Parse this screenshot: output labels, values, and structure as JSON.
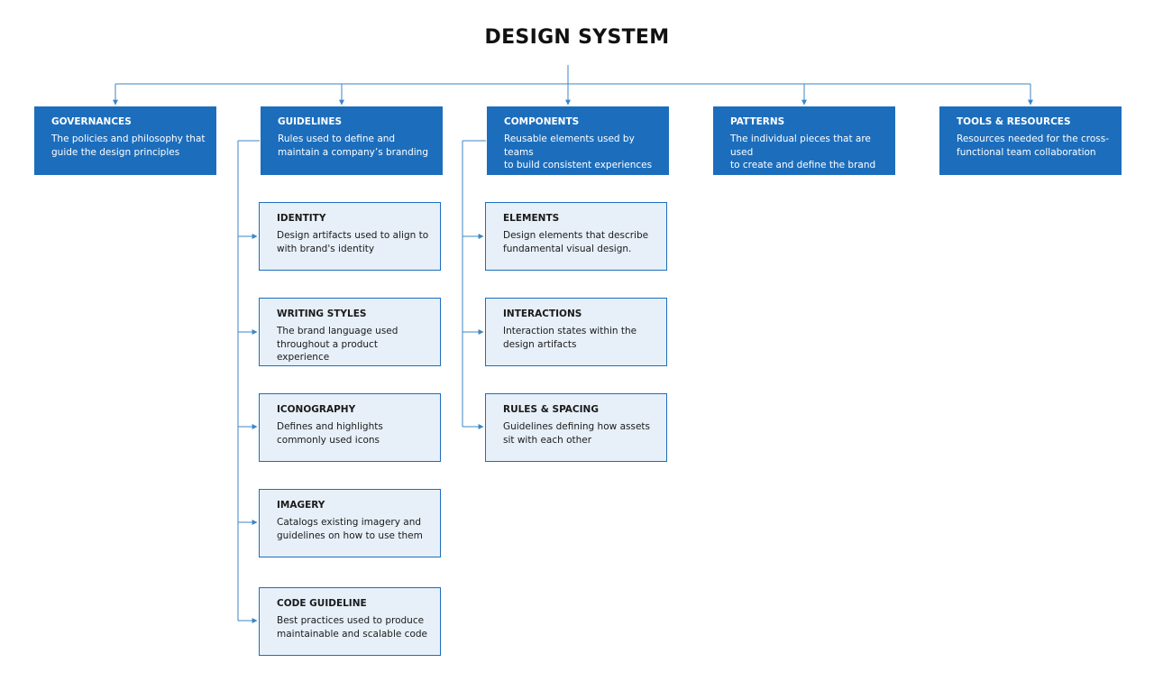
{
  "title": "DESIGN SYSTEM",
  "colors": {
    "primary": "#1c6ebd",
    "sub_fill": "#e7f0f9",
    "connector": "#3d86c6"
  },
  "top": [
    {
      "title": "GOVERNANCES",
      "desc": [
        "The policies and philosophy that",
        "guide the design principles"
      ]
    },
    {
      "title": "GUIDELINES",
      "desc": [
        "Rules used to define and",
        "maintain a company’s branding"
      ]
    },
    {
      "title": "COMPONENTS",
      "desc": [
        "Reusable elements used by teams",
        "to build consistent experiences"
      ]
    },
    {
      "title": "PATTERNS",
      "desc": [
        "The individual pieces that are used",
        "to create and define the brand"
      ]
    },
    {
      "title": "TOOLS & RESOURCES",
      "desc": [
        "Resources needed for the cross-",
        "functional team collaboration"
      ]
    }
  ],
  "guidelines_children": [
    {
      "title": "IDENTITY",
      "desc": [
        "Design artifacts used to align to",
        "with brand's identity"
      ]
    },
    {
      "title": "WRITING STYLES",
      "desc": [
        "The brand language used",
        "throughout a product experience"
      ]
    },
    {
      "title": "ICONOGRAPHY",
      "desc": [
        "Defines and highlights",
        "commonly used icons"
      ]
    },
    {
      "title": "IMAGERY",
      "desc": [
        "Catalogs existing imagery and",
        "guidelines on how to use them"
      ]
    },
    {
      "title": "CODE GUIDELINE",
      "desc": [
        "Best practices used to produce",
        "maintainable and scalable code"
      ]
    }
  ],
  "components_children": [
    {
      "title": "ELEMENTS",
      "desc": [
        "Design elements that describe",
        "fundamental visual design."
      ]
    },
    {
      "title": "INTERACTIONS",
      "desc": [
        "Interaction states within the",
        "design artifacts"
      ]
    },
    {
      "title": "RULES & SPACING",
      "desc": [
        "Guidelines defining how assets",
        "sit with each other"
      ]
    }
  ]
}
